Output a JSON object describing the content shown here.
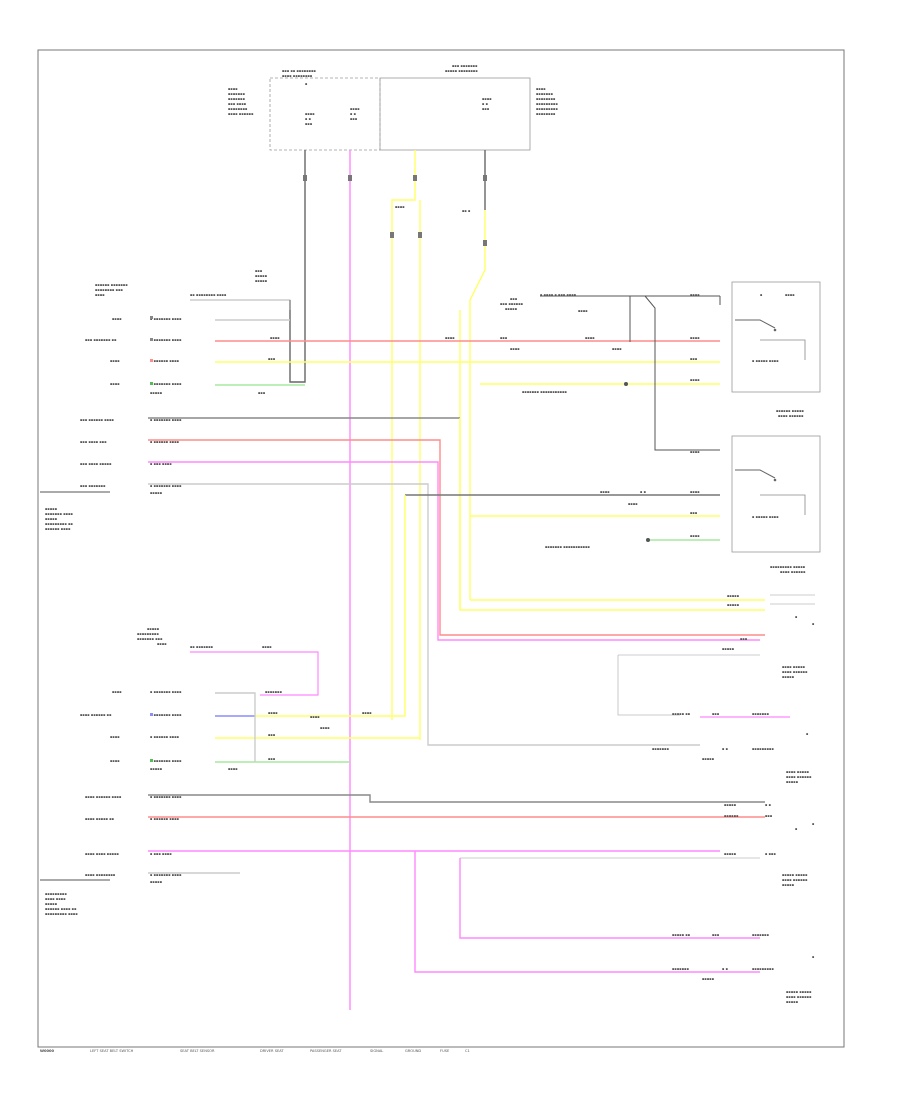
{
  "footer": {
    "code": "W0000"
  },
  "colors": {
    "pink": "#ff88ff",
    "yellow": "#ffff66",
    "red": "#ff8c8c",
    "green": "#a8e8a0",
    "blue": "#8c8cff",
    "dark": "#555555",
    "gray": "#bbbbbb"
  },
  "labels": [
    "LEFT SEAT BELT SWITCH",
    "SEAT BELT SENSOR",
    "DRIVER SEAT",
    "PASSENGER SEAT",
    "SIGNAL",
    "GROUND",
    "FUSE",
    "C1"
  ]
}
